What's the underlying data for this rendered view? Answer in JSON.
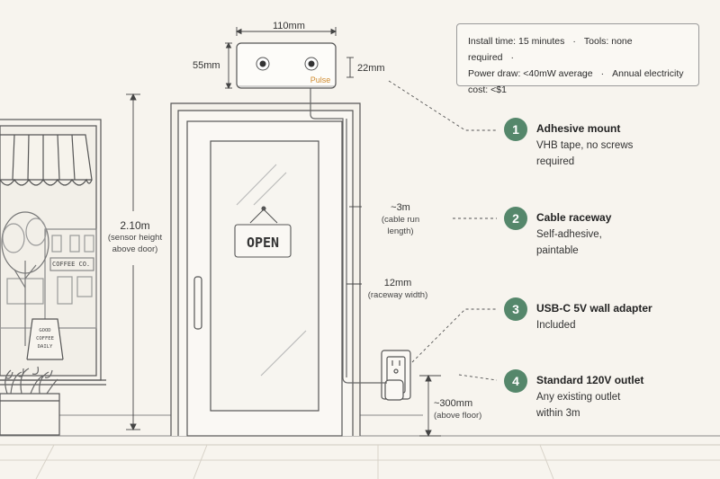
{
  "sensor": {
    "brand": "Pulse",
    "width": "110mm",
    "height": "55mm",
    "depth": "22mm"
  },
  "measurements": {
    "mount_height": "2.10m",
    "mount_height_note": "(sensor height above door)",
    "cable_length": "~3m",
    "cable_length_note": "(cable run length)",
    "raceway_width": "12mm",
    "raceway_width_note": "(raceway width)",
    "outlet_height": "~300mm",
    "outlet_height_note": "(above floor)"
  },
  "door_sign": "OPEN",
  "storefront": {
    "shop_sign": "COFFEE CO.",
    "sidewalk_sign": [
      "GOOD",
      "COFFEE",
      "DAILY"
    ]
  },
  "info": {
    "items": [
      "Install time: 15 minutes",
      "Tools: none required",
      "Power draw: <40mW average",
      "Annual electricity cost: <$1"
    ]
  },
  "callouts": [
    {
      "num": "1",
      "title": "Adhesive mount",
      "desc": "VHB tape, no screws required"
    },
    {
      "num": "2",
      "title": "Cable raceway",
      "desc": "Self-adhesive, paintable"
    },
    {
      "num": "3",
      "title": "USB-C 5V wall adapter",
      "desc": "Included"
    },
    {
      "num": "4",
      "title": "Standard 120V outlet",
      "desc": "Any existing outlet within 3m"
    }
  ],
  "colors": {
    "accent": "#55876b",
    "background": "#f7f4ee",
    "line": "#555555",
    "brand": "#d08a2e"
  }
}
